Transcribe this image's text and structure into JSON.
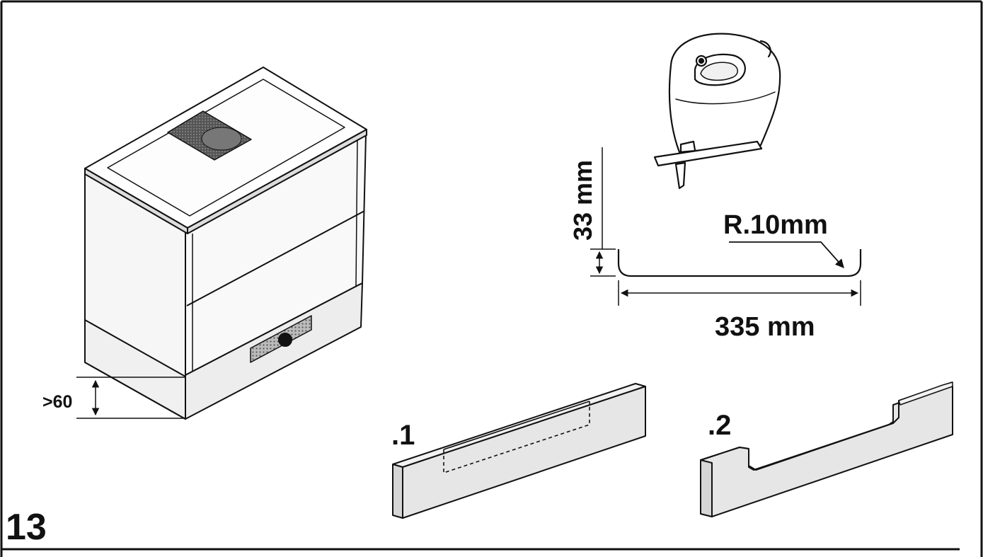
{
  "figure": {
    "number": "13"
  },
  "cabinet": {
    "plinth_gap_label": ">60"
  },
  "cutout": {
    "height_label": "33 mm",
    "radius_label": "R.10mm",
    "width_label": "335 mm"
  },
  "panels": {
    "option_1_label": ".1",
    "option_2_label": ".2"
  },
  "colors": {
    "line": "#111111",
    "panel_fill": "#e6e6e6",
    "vent_fill": "#333333",
    "cabinet_fill": "#f4f4f4"
  }
}
